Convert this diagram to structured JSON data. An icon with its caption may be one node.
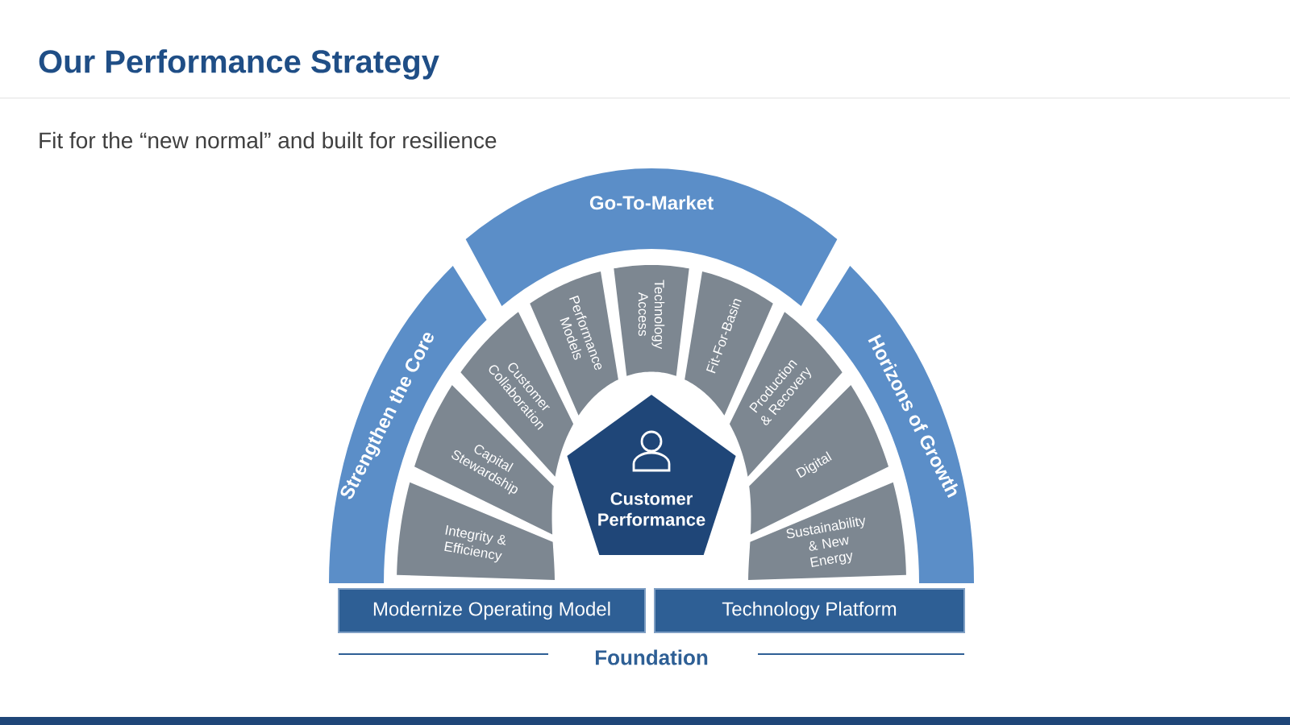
{
  "diagram": {
    "title": "Our Performance Strategy",
    "nodes": [
      {
        "text": [
          "Strengthen the Core"
        ]
      },
      {
        "text": [
          "Go-To-Market"
        ]
      },
      {
        "text": [
          "Horizons of Growth"
        ]
      },
      {
        "text": [
          "Integrity & Efficiency"
        ]
      },
      {
        "text": [
          "Capital Stewardship"
        ]
      },
      {
        "text": [
          "Customer Collaboration"
        ]
      },
      {
        "text": [
          "Performance Models"
        ]
      },
      {
        "text": [
          "Technology Access"
        ]
      },
      {
        "text": [
          "Fit-For-Basin"
        ]
      },
      {
        "text": [
          "Production & Recovery"
        ]
      },
      {
        "text": [
          "Digital"
        ]
      },
      {
        "text": [
          "Sustainability & New Energy"
        ]
      },
      {
        "text": [
          "Customer Performance"
        ]
      },
      {
        "text": [
          "Modernize Operating Model"
        ]
      },
      {
        "text": [
          "Technology Platform"
        ]
      }
    ],
    "labels": [
      "Fit for the “new normal” and built for resilience",
      "Foundation"
    ]
  }
}
